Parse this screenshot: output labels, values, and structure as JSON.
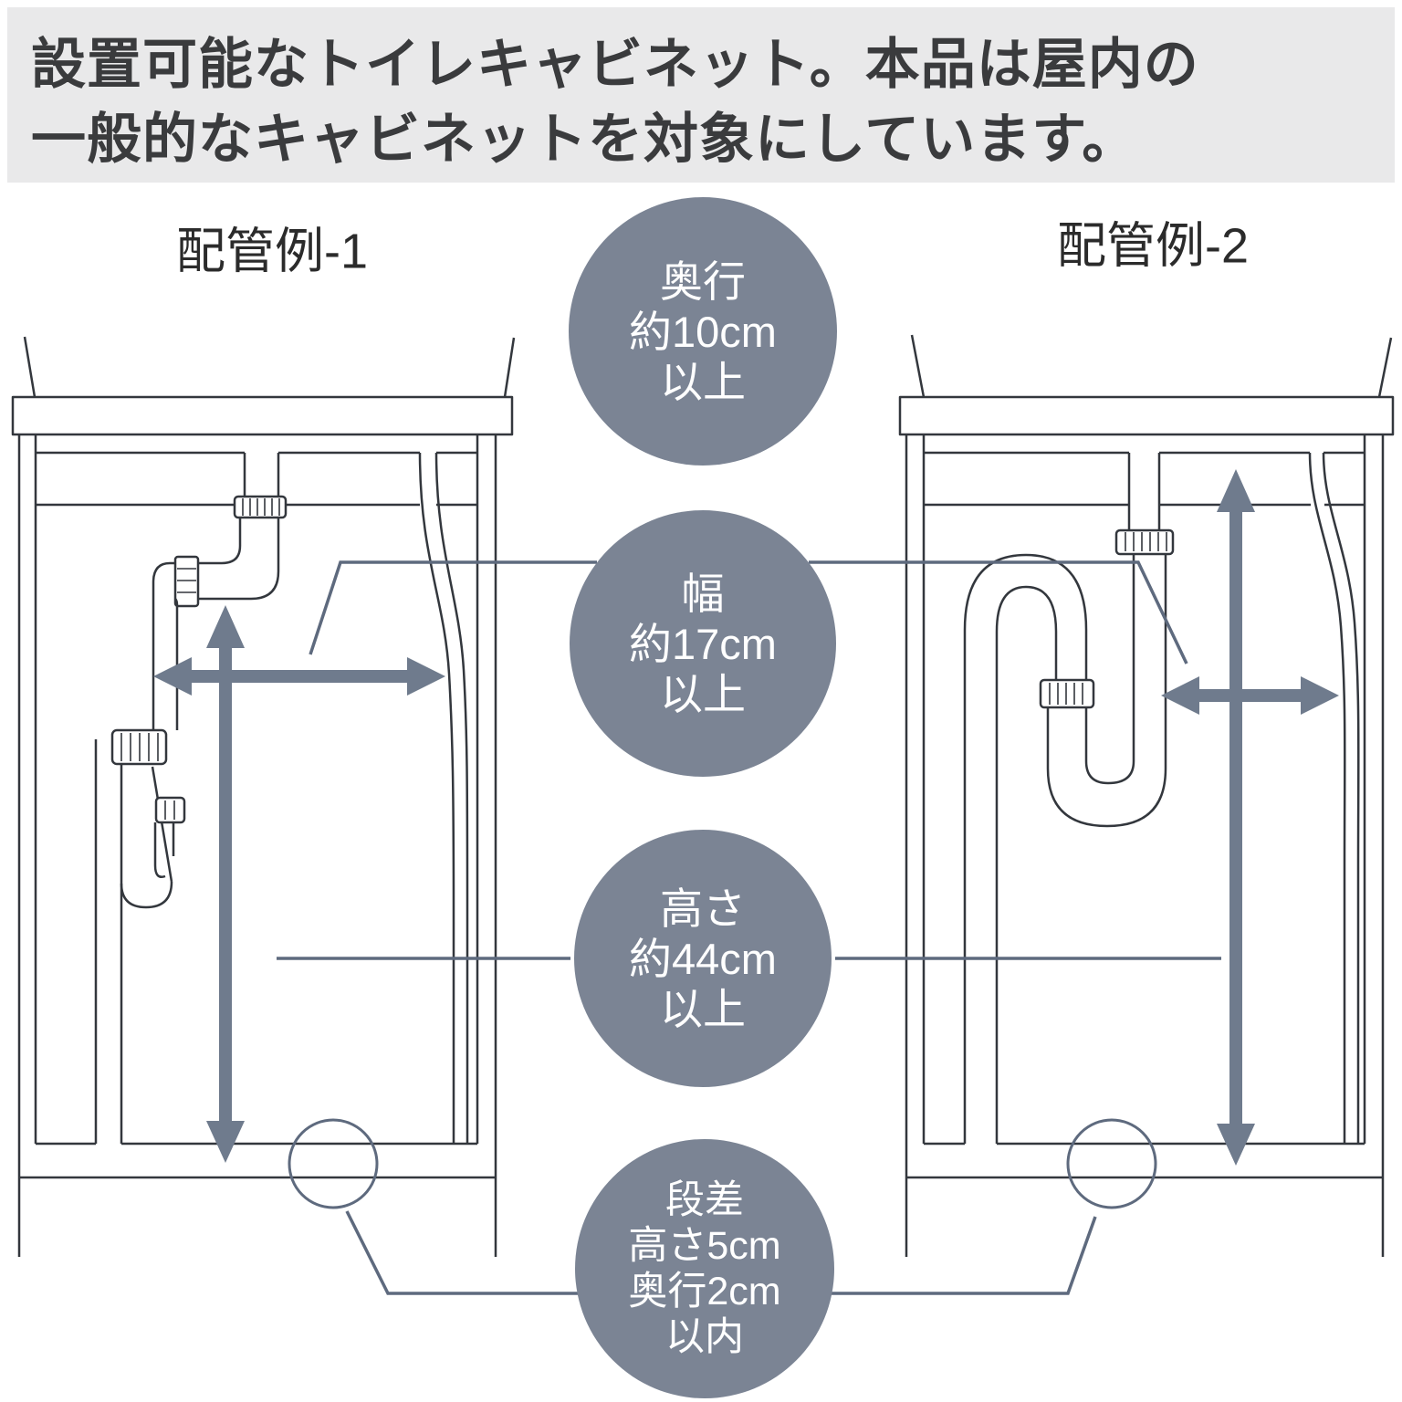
{
  "header": {
    "line1": "設置可能なトイレキャビネット。本品は屋内の",
    "line2": "一般的なキャビネットを対象にしています。"
  },
  "diagrams": [
    {
      "label": "配管例-1"
    },
    {
      "label": "配管例-2"
    }
  ],
  "callouts": [
    {
      "id": "depth",
      "lines": [
        "奥行",
        "約10cm",
        "以上"
      ]
    },
    {
      "id": "width",
      "lines": [
        "幅",
        "約17cm",
        "以上"
      ]
    },
    {
      "id": "height",
      "lines": [
        "高さ",
        "約44cm",
        "以上"
      ]
    },
    {
      "id": "step",
      "lines": [
        "段差",
        "高さ5cm",
        "奥行2cm",
        "以内"
      ]
    }
  ],
  "colors": {
    "callout_bg": "#7B8494",
    "callout_text": "#FFFFFF",
    "line": "#33373D",
    "accent": "#6F7B8D",
    "leader": "#5E6A7E",
    "header_bg": "#E9E9EA",
    "header_text": "#3A3B3D",
    "label_text": "#2B2B2B"
  }
}
